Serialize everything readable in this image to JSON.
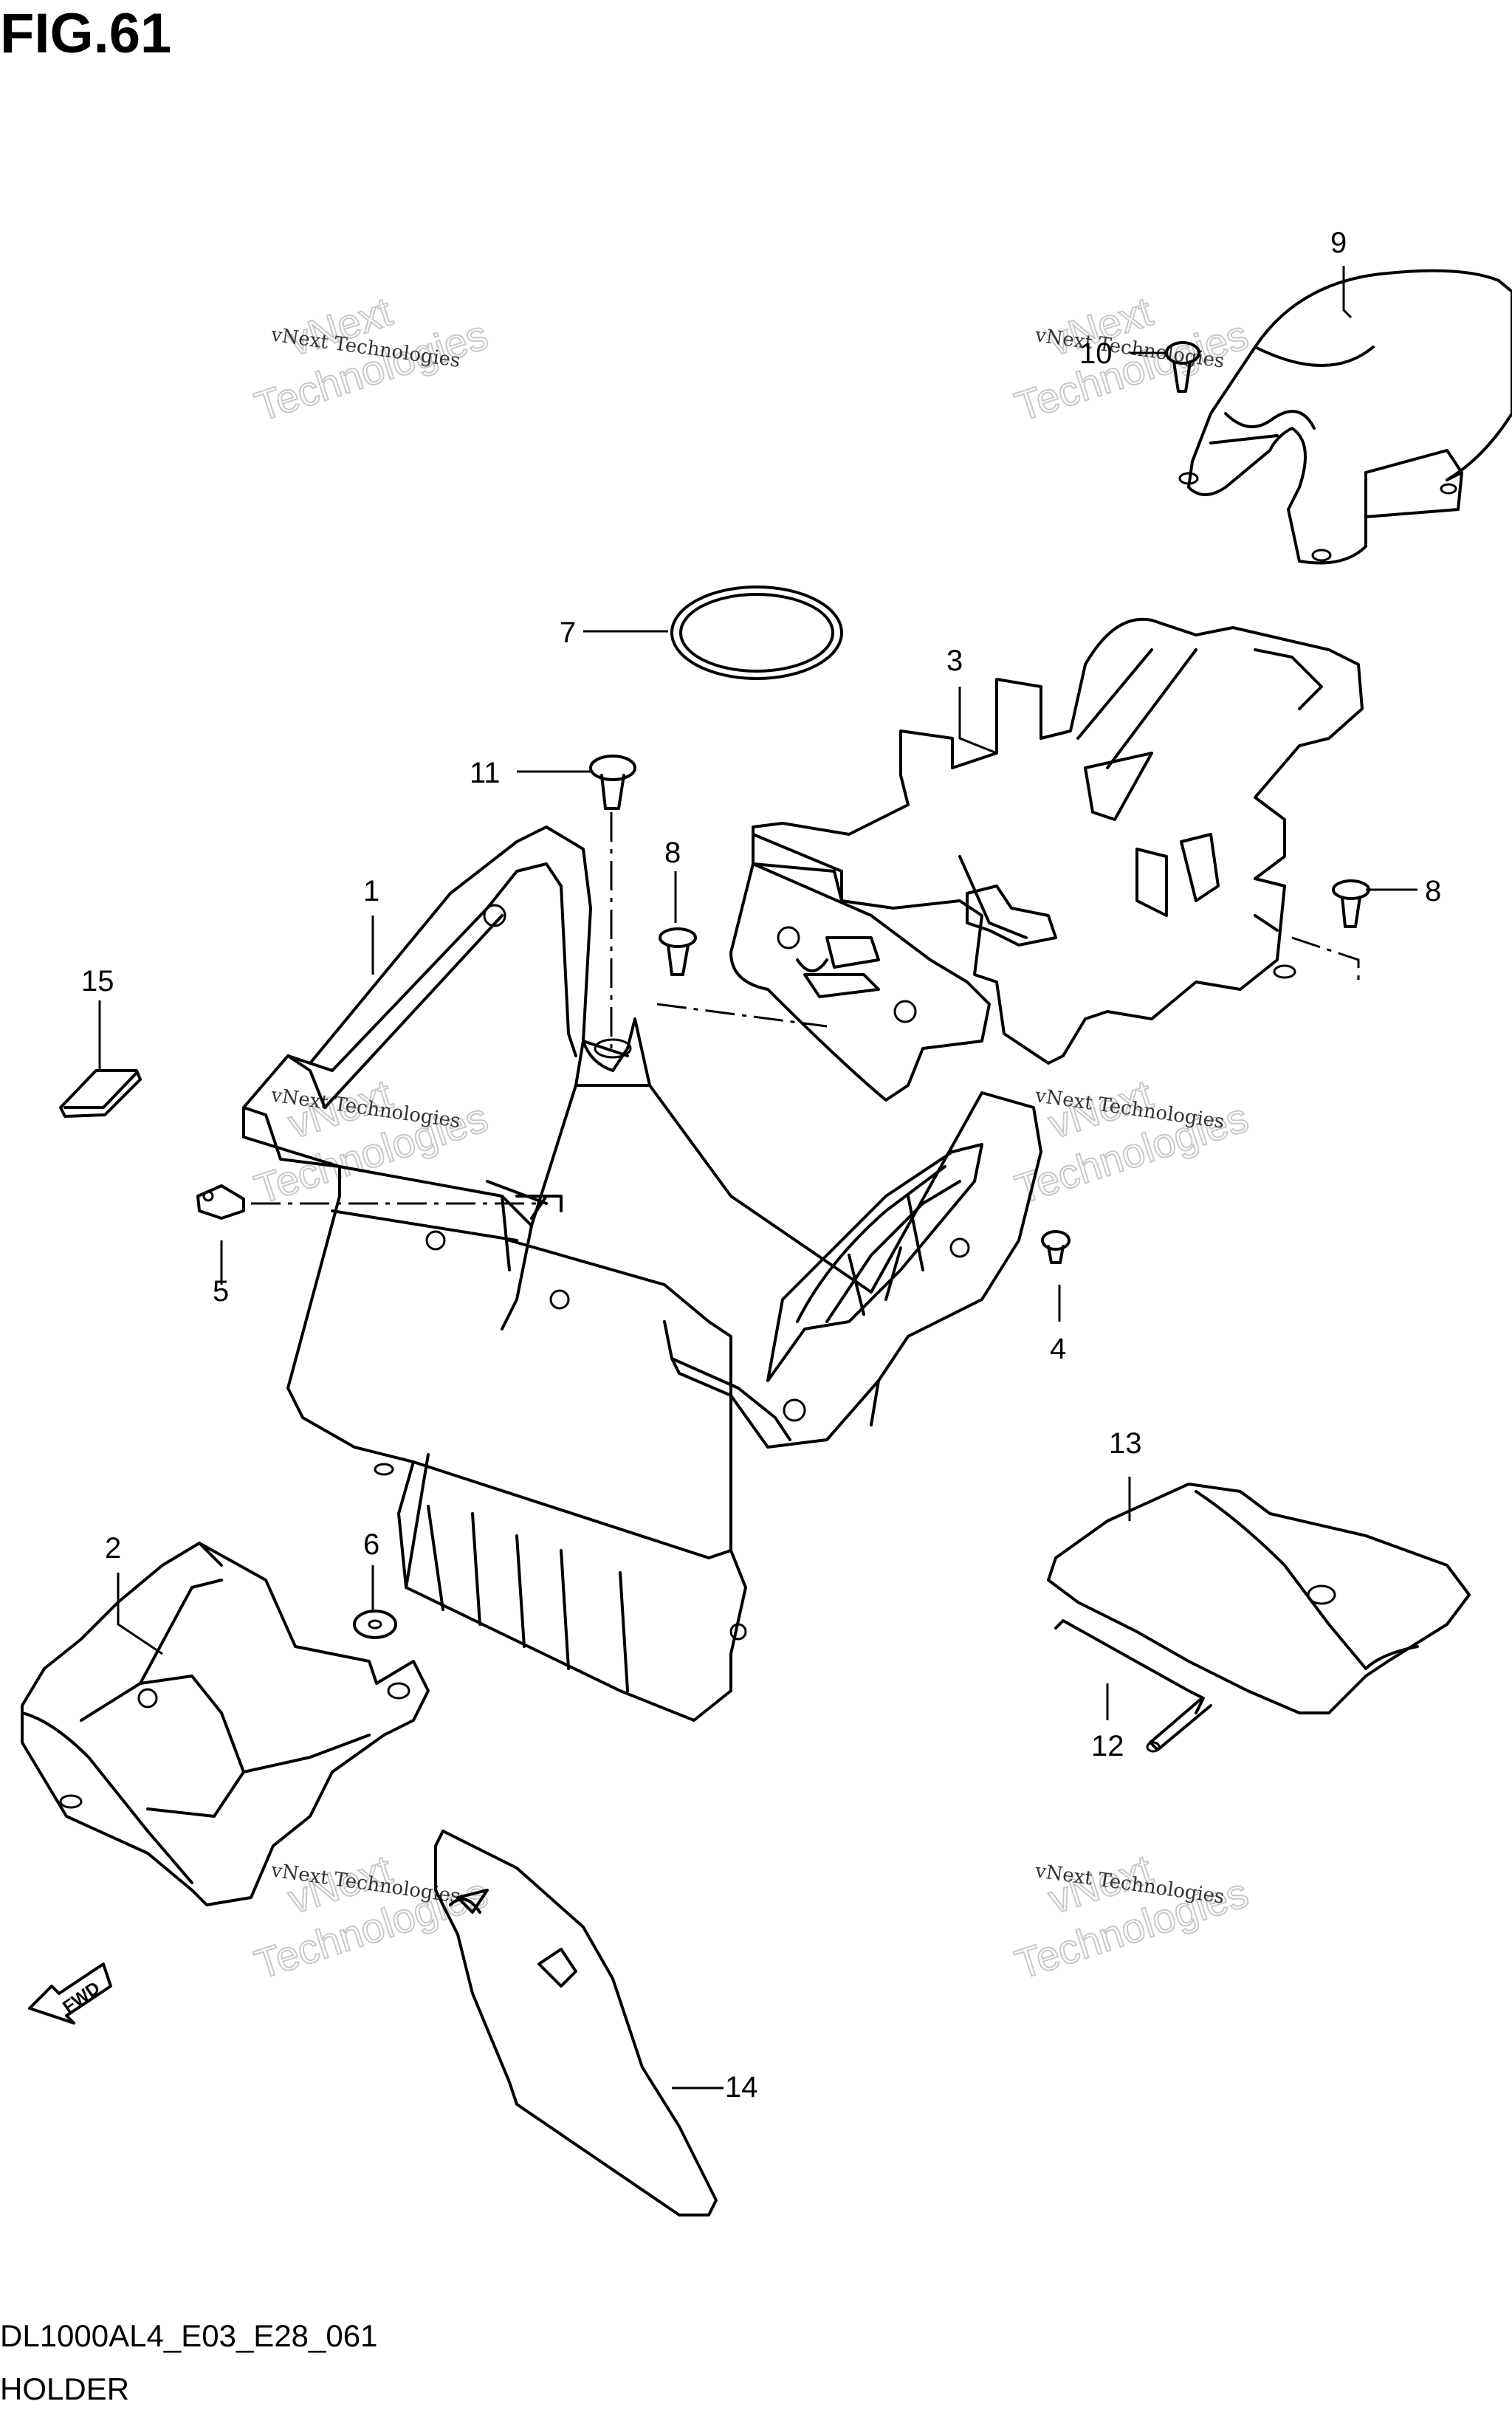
{
  "figure": {
    "title": "FIG.61",
    "model_code": "DL1000AL4_E03_E28_061",
    "section_name": "HOLDER"
  },
  "watermark": {
    "line1": "vNext Technologies",
    "line2a": "vNext",
    "line2b": "Technologies"
  },
  "fwd_label": "FWD",
  "callouts": [
    "1",
    "2",
    "3",
    "4",
    "5",
    "6",
    "7",
    "8",
    "8",
    "9",
    "10",
    "11",
    "12",
    "13",
    "14",
    "15"
  ]
}
